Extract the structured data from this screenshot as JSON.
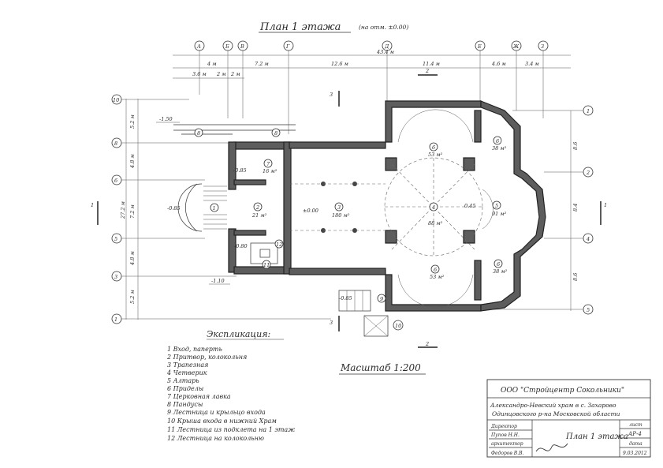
{
  "title": "План 1 этажа",
  "title_note": "(на отм. ±0.00)",
  "scale_label": "Масштаб 1:200",
  "axes_top": [
    "А",
    "Б",
    "В",
    "Г",
    "Д",
    "Е",
    "Ж",
    "З"
  ],
  "axes_left": [
    "10",
    "8",
    "6",
    "5",
    "3",
    "1"
  ],
  "axes_right": [
    "1",
    "2",
    "4",
    "5"
  ],
  "dims_top_row1": [
    "43.4 м"
  ],
  "dims_top_row2": [
    "4 м",
    "7.2 м",
    "12.6 м",
    "11.4 м",
    "4.6 м",
    "3.4 м"
  ],
  "dims_top_row3": [
    "3.6 м",
    "2 м",
    "2 м"
  ],
  "dims_left": [
    "5.2 м",
    "4.8 м",
    "7.2 м",
    "27.2 м",
    "4.8 м",
    "5.2 м"
  ],
  "dims_right": [
    "8.6",
    "8.4",
    "8.6"
  ],
  "section_marks": [
    "1",
    "2",
    "3"
  ],
  "levels": [
    "-1.50",
    "±0.00",
    "-1.10",
    "-0.85",
    "-0.85",
    "0.45",
    "-0.80",
    "-0.85"
  ],
  "rooms": [
    {
      "num": "1",
      "area": ""
    },
    {
      "num": "2",
      "area": "21 м²"
    },
    {
      "num": "3",
      "area": "180 м²"
    },
    {
      "num": "4",
      "area": "88 м²"
    },
    {
      "num": "5",
      "area": "91 м²"
    },
    {
      "num": "6",
      "area": "53 м²"
    },
    {
      "num": "6",
      "area": "53 м²"
    },
    {
      "num": "6",
      "area": "38 м²"
    },
    {
      "num": "6",
      "area": "38 м²"
    },
    {
      "num": "7",
      "area": "16 м²"
    },
    {
      "num": "8",
      "area": ""
    },
    {
      "num": "9",
      "area": ""
    },
    {
      "num": "10",
      "area": ""
    },
    {
      "num": "11",
      "area": ""
    },
    {
      "num": "12",
      "area": ""
    }
  ],
  "legend": {
    "title": "Экспликация:",
    "items": [
      "1  Вход, паперть",
      "2  Притвор, колокольня",
      "3  Трапезная",
      "4  Четверик",
      "5  Алтарь",
      "6  Приделы",
      "7  Церковная лавка",
      "8  Пандусы",
      "9  Лестница и крыльцо входа",
      "10  Крыша входа в нижний Храм",
      "11  Лестница из подклета на 1 этаж",
      "12  Лестница на колокольню"
    ]
  },
  "stamp": {
    "company": "ООО \"Стройцентр Сокольники\"",
    "project_line1": "Александро-Невский храм в с. Захарово",
    "project_line2": "Одинцовского р-на Московской области",
    "sheet_title": "План 1 этажа",
    "roles": [
      "Директор",
      "Пупов Н.Н.",
      "архитектор",
      "Федоров В.В."
    ],
    "sheet_label": "лист",
    "sheet_value": "АР-4",
    "date_label": "дата",
    "date_value": "9.03.2012"
  }
}
